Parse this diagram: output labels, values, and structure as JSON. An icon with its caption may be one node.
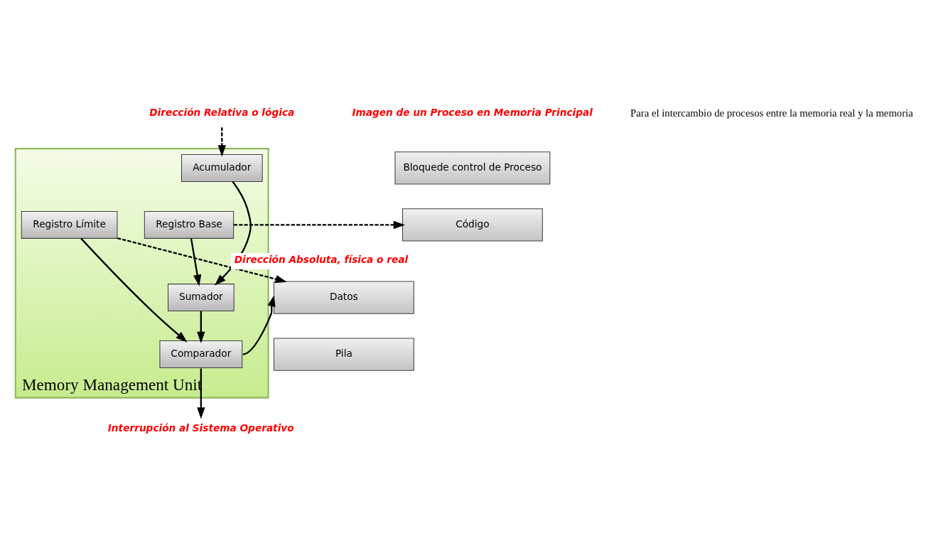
{
  "diagram": {
    "nodes": [
      {
        "text": [
          "Memory Management Unit"
        ]
      },
      {
        "text": [
          "Acumulador"
        ],
        "in": 0
      },
      {
        "text": [
          "Registro Base"
        ],
        "in": 0
      },
      {
        "text": [
          "Sumador"
        ],
        "in": 0
      },
      {
        "text": [
          "Registro Límite"
        ],
        "in": 0
      },
      {
        "text": [
          "Comparador"
        ],
        "in": 0
      },
      {
        "text": [
          "Dirección Relativa o lógica"
        ]
      },
      {
        "text": [
          "Bloquede control de Proceso"
        ]
      },
      {
        "text": [
          "Código"
        ]
      },
      {
        "text": [
          "Datos"
        ]
      },
      {
        "text": [
          "Pila"
        ]
      },
      {
        "text": [
          "Interrupción al Sistema Operativo"
        ]
      }
    ],
    "edges": [
      {
        "from": 6,
        "to": 1,
        "arrow": "to",
        "style": "dashed"
      },
      {
        "from": 1,
        "to": 3,
        "arrow": "to"
      },
      {
        "from": 2,
        "to": 3,
        "arrow": "to"
      },
      {
        "from": 2,
        "to": 8,
        "arrow": "to",
        "style": "dashed"
      },
      {
        "from": 3,
        "to": 5,
        "arrow": "to"
      },
      {
        "from": 4,
        "to": 5,
        "arrow": "to"
      },
      {
        "from": 5,
        "to": 9,
        "arrow": "to"
      },
      {
        "from": 4,
        "to": 9,
        "arrow": "to",
        "style": "dashed",
        "label": "Dirección Absoluta, física o real"
      },
      {
        "from": 5,
        "to": 11,
        "arrow": "to"
      }
    ],
    "labels": [
      "Imagen de un Proceso en Memoria Principal",
      "Para el intercambio de procesos entre la memoria real y la memoria"
    ]
  }
}
